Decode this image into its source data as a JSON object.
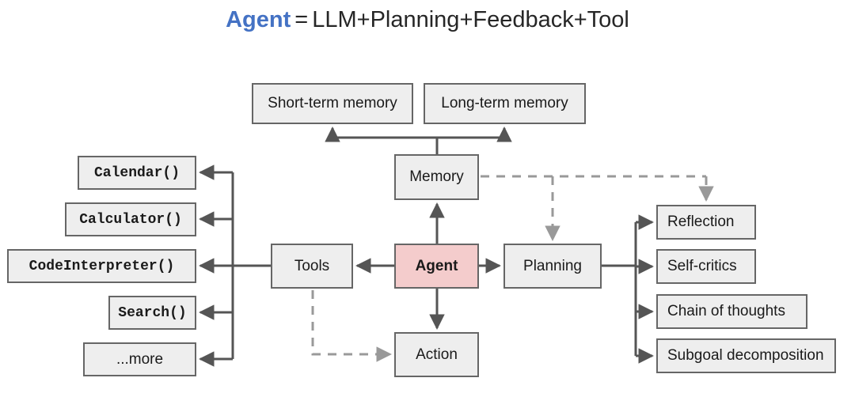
{
  "title": {
    "keyword": "Agent",
    "equals": "=",
    "expression": "LLM+Planning+Feedback+Tool",
    "keyword_color": "#4472c4"
  },
  "colors": {
    "node_fill": "#eeeeee",
    "node_border": "#666666",
    "agent_fill": "#f4cccc",
    "solid_edge": "#555555",
    "dashed_edge": "#999999",
    "text": "#1a1a1a"
  },
  "nodes": {
    "agent": {
      "label": "Agent"
    },
    "memory": {
      "label": "Memory"
    },
    "short_term_memory": {
      "label": "Short-term memory"
    },
    "long_term_memory": {
      "label": "Long-term memory"
    },
    "tools": {
      "label": "Tools"
    },
    "action": {
      "label": "Action"
    },
    "planning": {
      "label": "Planning"
    }
  },
  "tool_items": [
    {
      "label": "Calendar()",
      "mono": true
    },
    {
      "label": "Calculator()",
      "mono": true
    },
    {
      "label": "CodeInterpreter()",
      "mono": true
    },
    {
      "label": "Search()",
      "mono": true
    },
    {
      "label": "...more",
      "mono": false
    }
  ],
  "planning_items": [
    {
      "label": "Reflection"
    },
    {
      "label": "Self-critics"
    },
    {
      "label": "Chain of thoughts"
    },
    {
      "label": "Subgoal decomposition"
    }
  ],
  "edges": [
    {
      "from": "agent",
      "to": "memory",
      "style": "solid"
    },
    {
      "from": "agent",
      "to": "tools",
      "style": "solid"
    },
    {
      "from": "agent",
      "to": "planning",
      "style": "solid"
    },
    {
      "from": "agent",
      "to": "action",
      "style": "solid"
    },
    {
      "from": "memory",
      "to": "short_term_memory",
      "style": "solid"
    },
    {
      "from": "memory",
      "to": "long_term_memory",
      "style": "solid"
    },
    {
      "from": "tools",
      "to": "tool_items",
      "style": "solid"
    },
    {
      "from": "planning",
      "to": "planning_items",
      "style": "solid"
    },
    {
      "from": "memory",
      "to": "planning",
      "style": "dashed"
    },
    {
      "from": "memory",
      "to": "reflection",
      "style": "dashed"
    },
    {
      "from": "tools",
      "to": "action",
      "style": "dashed"
    }
  ]
}
